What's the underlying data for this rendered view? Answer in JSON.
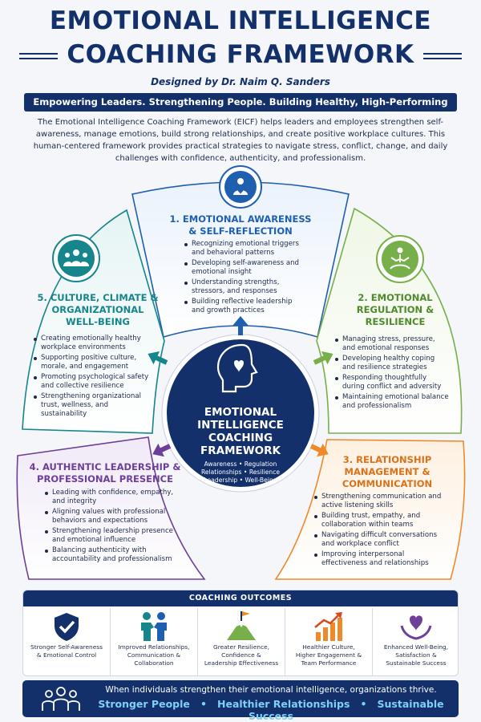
{
  "header": {
    "title_line1": "EMOTIONAL INTELLIGENCE",
    "title_line2": "COACHING FRAMEWORK",
    "designer": "Designed by Dr. Naim Q. Sanders",
    "tagline": "Empowering Leaders. Strengthening People. Building Healthy, High-Performing Cultures.",
    "intro": "The Emotional Intelligence Coaching Framework (EICF) helps leaders and employees strengthen self-awareness, manage emotions, build strong relationships, and create positive workplace cultures. This human-centered framework provides practical strategies to navigate stress, conflict, change, and daily challenges with confidence, authenticity, and professionalism."
  },
  "colors": {
    "navy": "#14306b",
    "blue": "#1f5fb0",
    "green": "#77b04a",
    "orange": "#ef8a2a",
    "purple": "#6d3f98",
    "teal": "#17858c",
    "light_blue": "#7fd0f5"
  },
  "center": {
    "title_line1": "EMOTIONAL",
    "title_line2": "INTELLIGENCE",
    "title_line3": "COACHING",
    "title_line4": "FRAMEWORK",
    "words_line1": "Awareness • Regulation",
    "words_line2": "Relationships • Resilience",
    "words_line3": "Leadership • Well-Being",
    "icon": "head-heart-icon"
  },
  "sections": {
    "s1": {
      "title_line1": "1. EMOTIONAL AWARENESS",
      "title_line2": "& SELF-REFLECTION",
      "icon": "user-heart-icon",
      "items": [
        "Recognizing emotional triggers and behavioral patterns",
        "Developing self-awareness and emotional insight",
        "Understanding strengths, stressors, and responses",
        "Building reflective leadership and growth practices"
      ]
    },
    "s2": {
      "title_line1": "2. EMOTIONAL",
      "title_line2": "REGULATION &",
      "title_line3": "RESILIENCE",
      "icon": "meditation-icon",
      "items": [
        "Managing stress, pressure, and emotional responses",
        "Developing healthy coping and resilience strategies",
        "Responding thoughtfully during conflict and adversity",
        "Maintaining emotional balance and professionalism"
      ]
    },
    "s3": {
      "title_line1": "3. RELATIONSHIP",
      "title_line2": "MANAGEMENT &",
      "title_line3": "COMMUNICATION",
      "items": [
        "Strengthening communication and active listening skills",
        "Building trust, empathy, and collaboration within teams",
        "Navigating difficult conversations and workplace conflict",
        "Improving interpersonal effectiveness and relationships"
      ]
    },
    "s4": {
      "title_line1": "4. AUTHENTIC LEADERSHIP &",
      "title_line2": "PROFESSIONAL PRESENCE",
      "items": [
        "Leading with confidence, empathy, and integrity",
        "Aligning values with professional behaviors and expectations",
        "Strengthening leadership presence and emotional influence",
        "Balancing authenticity with accountability and professionalism"
      ]
    },
    "s5": {
      "title_line1": "5. CULTURE, CLIMATE &",
      "title_line2": "ORGANIZATIONAL",
      "title_line3": "WELL-BEING",
      "icon": "team-icon",
      "items": [
        "Creating emotionally healthy workplace environments",
        "Supporting positive culture, morale, and engagement",
        "Promoting psychological safety and collective resilience",
        "Strengthening organizational trust, wellness, and sustainability"
      ]
    }
  },
  "outcomes": {
    "heading": "COACHING OUTCOMES",
    "items": [
      {
        "icon": "shield-check-icon",
        "line1": "Stronger Self-Awareness",
        "line2": "& Emotional Control",
        "line3": ""
      },
      {
        "icon": "people-handshake-icon",
        "line1": "Improved Relationships,",
        "line2": "Communication &",
        "line3": "Collaboration"
      },
      {
        "icon": "mountain-flag-icon",
        "line1": "Greater Resilience,",
        "line2": "Confidence &",
        "line3": "Leadership Effectiveness"
      },
      {
        "icon": "growth-chart-icon",
        "line1": "Healthier Culture,",
        "line2": "Higher Engagement &",
        "line3": "Team Performance"
      },
      {
        "icon": "hands-heart-icon",
        "line1": "Enhanced Well-Being,",
        "line2": "Satisfaction &",
        "line3": "Sustainable Success"
      }
    ]
  },
  "footer": {
    "line1": "When individuals strengthen their emotional intelligence, organizations thrive.",
    "phrase1": "Stronger People",
    "phrase2": "Healthier Relationships",
    "phrase3": "Sustainable Success",
    "separator": "•",
    "icon": "group-icon"
  }
}
